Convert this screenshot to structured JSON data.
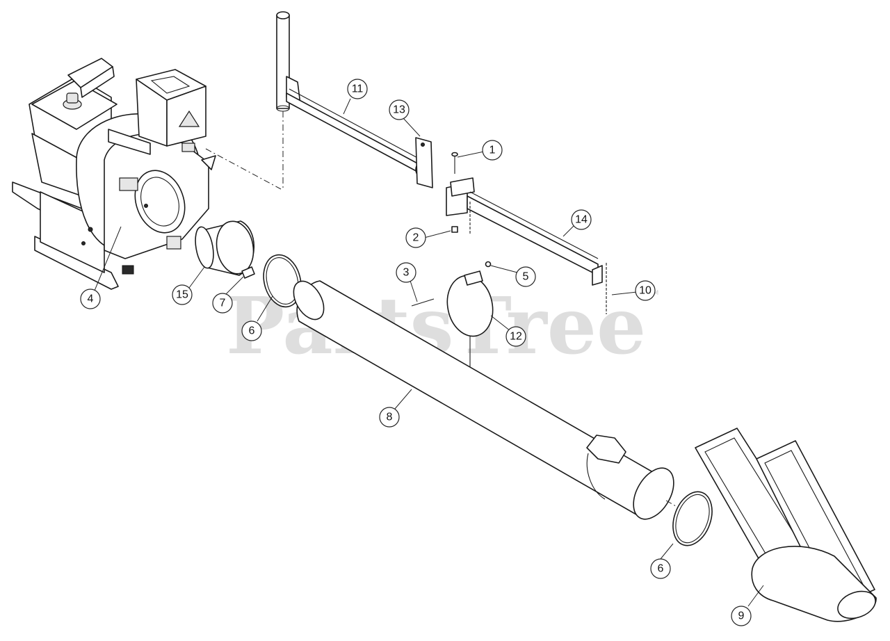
{
  "watermark": {
    "text": "PartsTree",
    "trademark": "TM"
  },
  "callouts": {
    "c1": "1",
    "c2": "2",
    "c3": "3",
    "c4": "4",
    "c5": "5",
    "c6a": "6",
    "c6b": "6",
    "c7": "7",
    "c8": "8",
    "c9": "9",
    "c10": "10",
    "c11": "11",
    "c12": "12",
    "c13": "13",
    "c14": "14",
    "c15": "15"
  }
}
